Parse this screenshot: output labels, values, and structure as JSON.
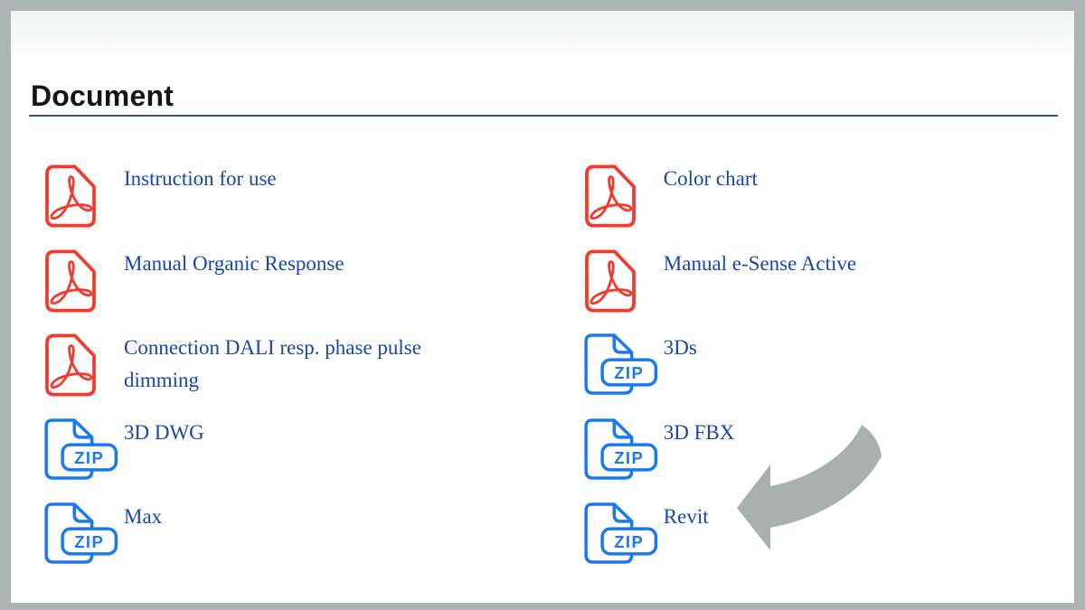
{
  "header": {
    "title": "Document"
  },
  "zip_badge_text": "ZIP",
  "columns": {
    "left": [
      {
        "label": "Instruction for use",
        "type": "pdf"
      },
      {
        "label": "Manual Organic Response",
        "type": "pdf"
      },
      {
        "label": "Connection DALI resp. phase pulse dimming",
        "type": "pdf"
      },
      {
        "label": "3D DWG",
        "type": "zip"
      },
      {
        "label": "Max",
        "type": "zip"
      }
    ],
    "right": [
      {
        "label": "Color chart",
        "type": "pdf"
      },
      {
        "label": "Manual e-Sense Active",
        "type": "pdf"
      },
      {
        "label": "3Ds",
        "type": "zip"
      },
      {
        "label": "3D FBX",
        "type": "zip"
      },
      {
        "label": "Revit",
        "type": "zip"
      }
    ]
  },
  "annotation": {
    "arrow_points_at": "Revit"
  },
  "colors": {
    "link_text": "#1847a8",
    "pdf_red": "#f23b2f",
    "zip_blue": "#1a78f0",
    "title_underline": "#2250c4",
    "frame_gray": "#abb4b2",
    "arrow_gray": "#a9b1ae",
    "heading_text": "#161616"
  }
}
